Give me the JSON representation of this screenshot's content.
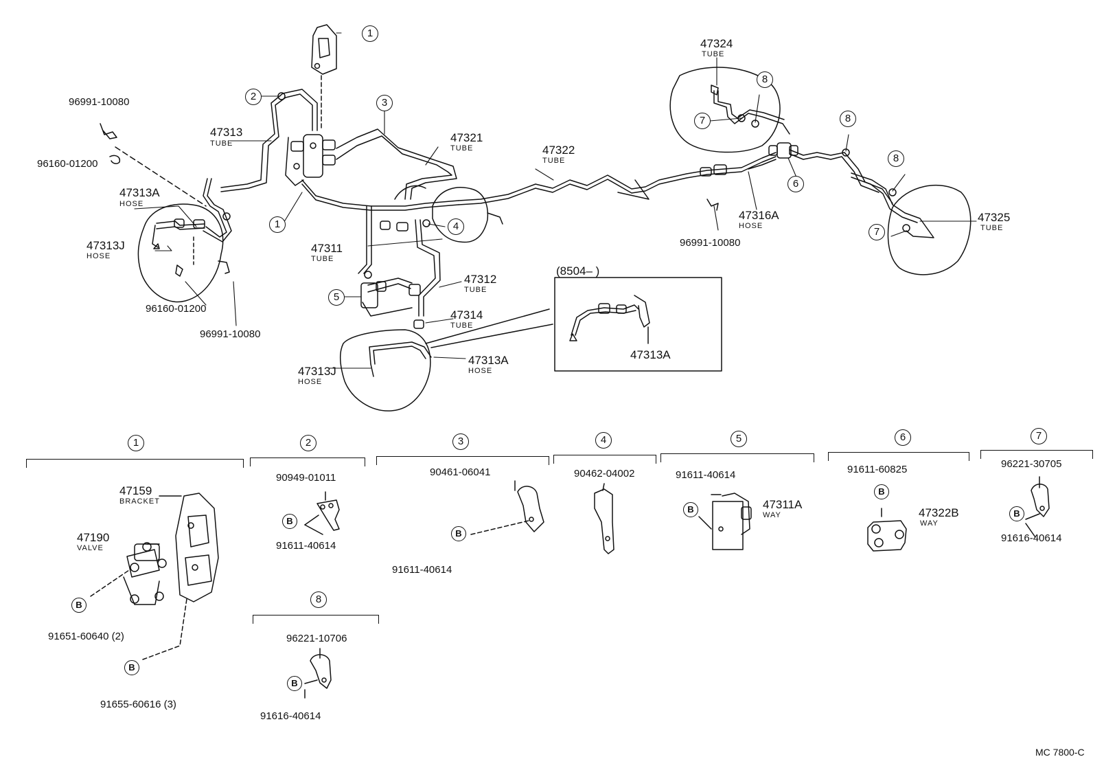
{
  "diagram_code": "MC 7800-C",
  "callouts": {
    "c1_top": "1",
    "c2": "2",
    "c3": "3",
    "c1_mid": "1",
    "c4": "4",
    "c5": "5",
    "c7_left": "7",
    "c8_upper": "8",
    "c8_right": "8",
    "c6": "6",
    "c8_lower": "8",
    "c7_right": "7"
  },
  "labels": {
    "p96991_10080_a": "96991-10080",
    "p96160_01200_a": "96160-01200",
    "p47313A_a": "47313A",
    "p47313A_a_sub": "HOSE",
    "p47313J_a": "47313J",
    "p47313J_a_sub": "HOSE",
    "p96160_01200_b": "96160-01200",
    "p96991_10080_b": "96991-10080",
    "p47313": "47313",
    "p47313_sub": "TUBE",
    "p47321": "47321",
    "p47321_sub": "TUBE",
    "p47322": "47322",
    "p47322_sub": "TUBE",
    "p47311": "47311",
    "p47311_sub": "TUBE",
    "p47312": "47312",
    "p47312_sub": "TUBE",
    "p47314": "47314",
    "p47314_sub": "TUBE",
    "p47313J_b": "47313J",
    "p47313J_b_sub": "HOSE",
    "p47313A_b": "47313A",
    "p47313A_b_sub": "HOSE",
    "inset_title": "(8504–          )",
    "inset_part": "47313A",
    "p47324": "47324",
    "p47324_sub": "TUBE",
    "p47316A": "47316A",
    "p47316A_sub": "HOSE",
    "p96991_10080_c": "96991-10080",
    "p47325": "47325",
    "p47325_sub": "TUBE"
  },
  "groups": [
    {
      "id": "1",
      "parts": [
        {
          "no": "47159",
          "desc": "BRACKET"
        },
        {
          "no": "47190",
          "desc": "VALVE"
        },
        {
          "no": "91651-60640 (2)",
          "mark": "B"
        },
        {
          "no": "91655-60616 (3)",
          "mark": "B"
        }
      ]
    },
    {
      "id": "2",
      "parts": [
        {
          "no": "90949-01011"
        },
        {
          "no": "91611-40614",
          "mark": "B"
        }
      ]
    },
    {
      "id": "3",
      "parts": [
        {
          "no": "90461-06041"
        },
        {
          "no": "91611-40614",
          "mark": "B"
        }
      ]
    },
    {
      "id": "4",
      "parts": [
        {
          "no": "90462-04002"
        }
      ]
    },
    {
      "id": "5",
      "parts": [
        {
          "no": "91611-40614",
          "mark": "B"
        },
        {
          "no": "47311A",
          "desc": "WAY"
        }
      ]
    },
    {
      "id": "6",
      "parts": [
        {
          "no": "91611-60825",
          "mark": "B"
        },
        {
          "no": "47322B",
          "desc": "WAY"
        }
      ]
    },
    {
      "id": "7",
      "parts": [
        {
          "no": "96221-30705"
        },
        {
          "no": "91616-40614",
          "mark": "B"
        }
      ]
    },
    {
      "id": "8",
      "parts": [
        {
          "no": "96221-10706"
        },
        {
          "no": "91616-40614",
          "mark": "B"
        }
      ]
    }
  ]
}
